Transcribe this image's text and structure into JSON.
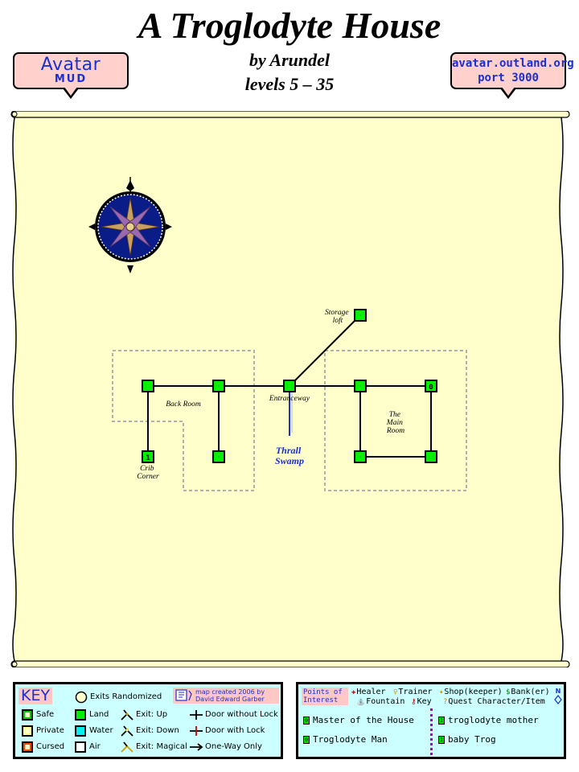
{
  "header": {
    "title": "A Troglodyte House",
    "author": "by Arundel",
    "levels": "levels 5 – 35"
  },
  "badges": {
    "mud_name": "Avatar",
    "mud_type": "MUD",
    "host": "avatar.outland.org",
    "port": "port 3000"
  },
  "map": {
    "rooms": {
      "storage_loft": "Storage loft",
      "back_room": "Back Room",
      "entranceway": "Entranceway",
      "main_room": "The Main Room",
      "crib_corner": "Crib Corner",
      "thrall_swamp": "Thrall Swamp"
    },
    "markers": {
      "main_room_npc": "0",
      "crib_npc": "1"
    },
    "colors": {
      "land": "#00ee00",
      "parchment": "#ffffcc",
      "exit_link": "#1a2fd8"
    }
  },
  "key": {
    "title": "KEY",
    "credit": "map created 2006 by David Edward Garber",
    "exits_randomized": "Exits Randomized",
    "rooms": [
      {
        "label": "Safe",
        "color": "#00cc00"
      },
      {
        "label": "Private",
        "color": "#ffff99"
      },
      {
        "label": "Cursed",
        "color": "#ff4400"
      }
    ],
    "terrain": [
      {
        "label": "Land",
        "color": "#00ee00"
      },
      {
        "label": "Water",
        "color": "#00eeee"
      },
      {
        "label": "Air",
        "color": "#ffffff"
      }
    ],
    "exits": [
      "Exit: Up",
      "Exit: Down",
      "Exit: Magical"
    ],
    "doors": [
      "Door without Lock",
      "Door with Lock",
      "One-Way Only"
    ]
  },
  "poi": {
    "title": "Points of Interest",
    "legend": [
      {
        "glyph": "✚",
        "label": "Healer",
        "color": "#cc0000"
      },
      {
        "glyph": "♀",
        "label": "Trainer",
        "color": "#cc8800"
      },
      {
        "glyph": "✦",
        "label": "Shop(keeper)",
        "color": "#cc8800"
      },
      {
        "glyph": "$",
        "label": "Bank(er)",
        "color": "#008800"
      },
      {
        "glyph": "⛲",
        "label": "Fountain",
        "color": "#1a2fd8"
      },
      {
        "glyph": "⚷",
        "label": "Key",
        "color": "#cc0000"
      },
      {
        "glyph": "?",
        "label": "Quest Character/Item",
        "color": "#cc8800"
      }
    ],
    "entries": [
      {
        "num": "0",
        "name": "Master of the House"
      },
      {
        "num": "0",
        "name": "Troglodyte Man"
      },
      {
        "num": "1",
        "name": "troglodyte mother"
      },
      {
        "num": "1",
        "name": "baby Trog"
      }
    ]
  }
}
